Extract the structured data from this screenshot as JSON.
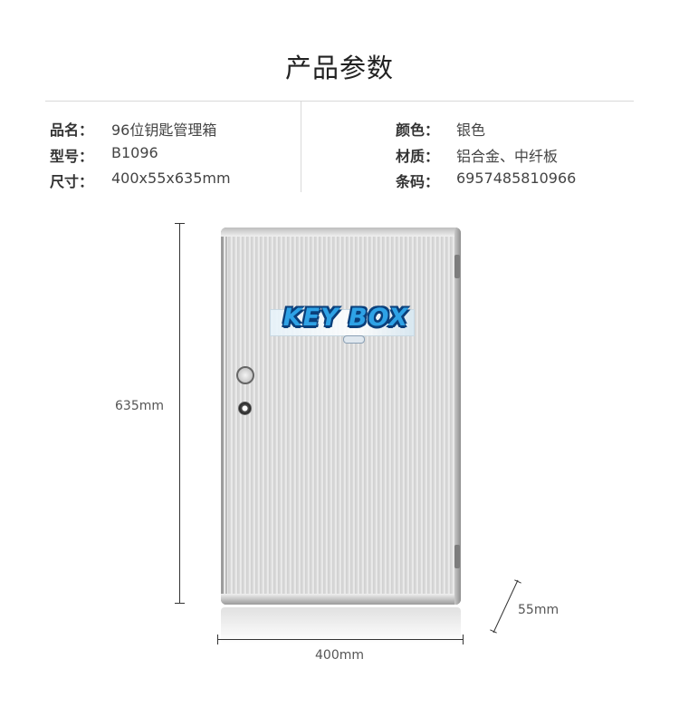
{
  "title": "产品参数",
  "specs": {
    "left": [
      {
        "label": "品名：",
        "value": "96位钥匙管理箱"
      },
      {
        "label": "型号：",
        "value": "B1096"
      },
      {
        "label": "尺寸：",
        "value": "400x55x635mm"
      }
    ],
    "right": [
      {
        "label": "颜色：",
        "value": "银色"
      },
      {
        "label": "材质：",
        "value": "铝合金、中纤板"
      },
      {
        "label": "条码：",
        "value": "6957485810966"
      }
    ]
  },
  "product": {
    "logo_text": "KEY BOX",
    "color_logo": "#2ea2e6"
  },
  "dimensions": {
    "height": "635mm",
    "width": "400mm",
    "depth": "55mm"
  }
}
